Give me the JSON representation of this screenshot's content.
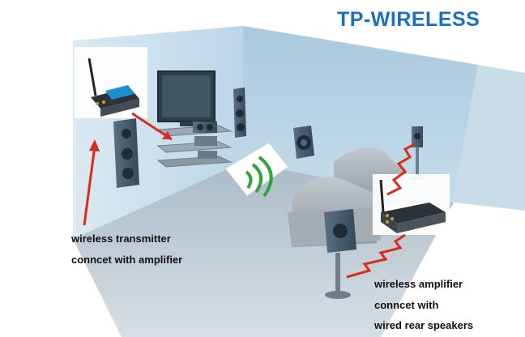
{
  "brand": {
    "name": "TP-WIRELESS",
    "color": "#1a6fc2"
  },
  "captions": {
    "transmitter_line1": "wireless transmitter",
    "transmitter_line2": "conncet with amplifier",
    "amplifier_line1": "wireless amplifier",
    "amplifier_line2": "conncet with",
    "amplifier_line3": "wired rear speakers"
  },
  "colors": {
    "wall": "#b8d4e6",
    "floor": "#9fb2c0",
    "speaker": "#3e5262",
    "arrow": "#d82c1a"
  }
}
